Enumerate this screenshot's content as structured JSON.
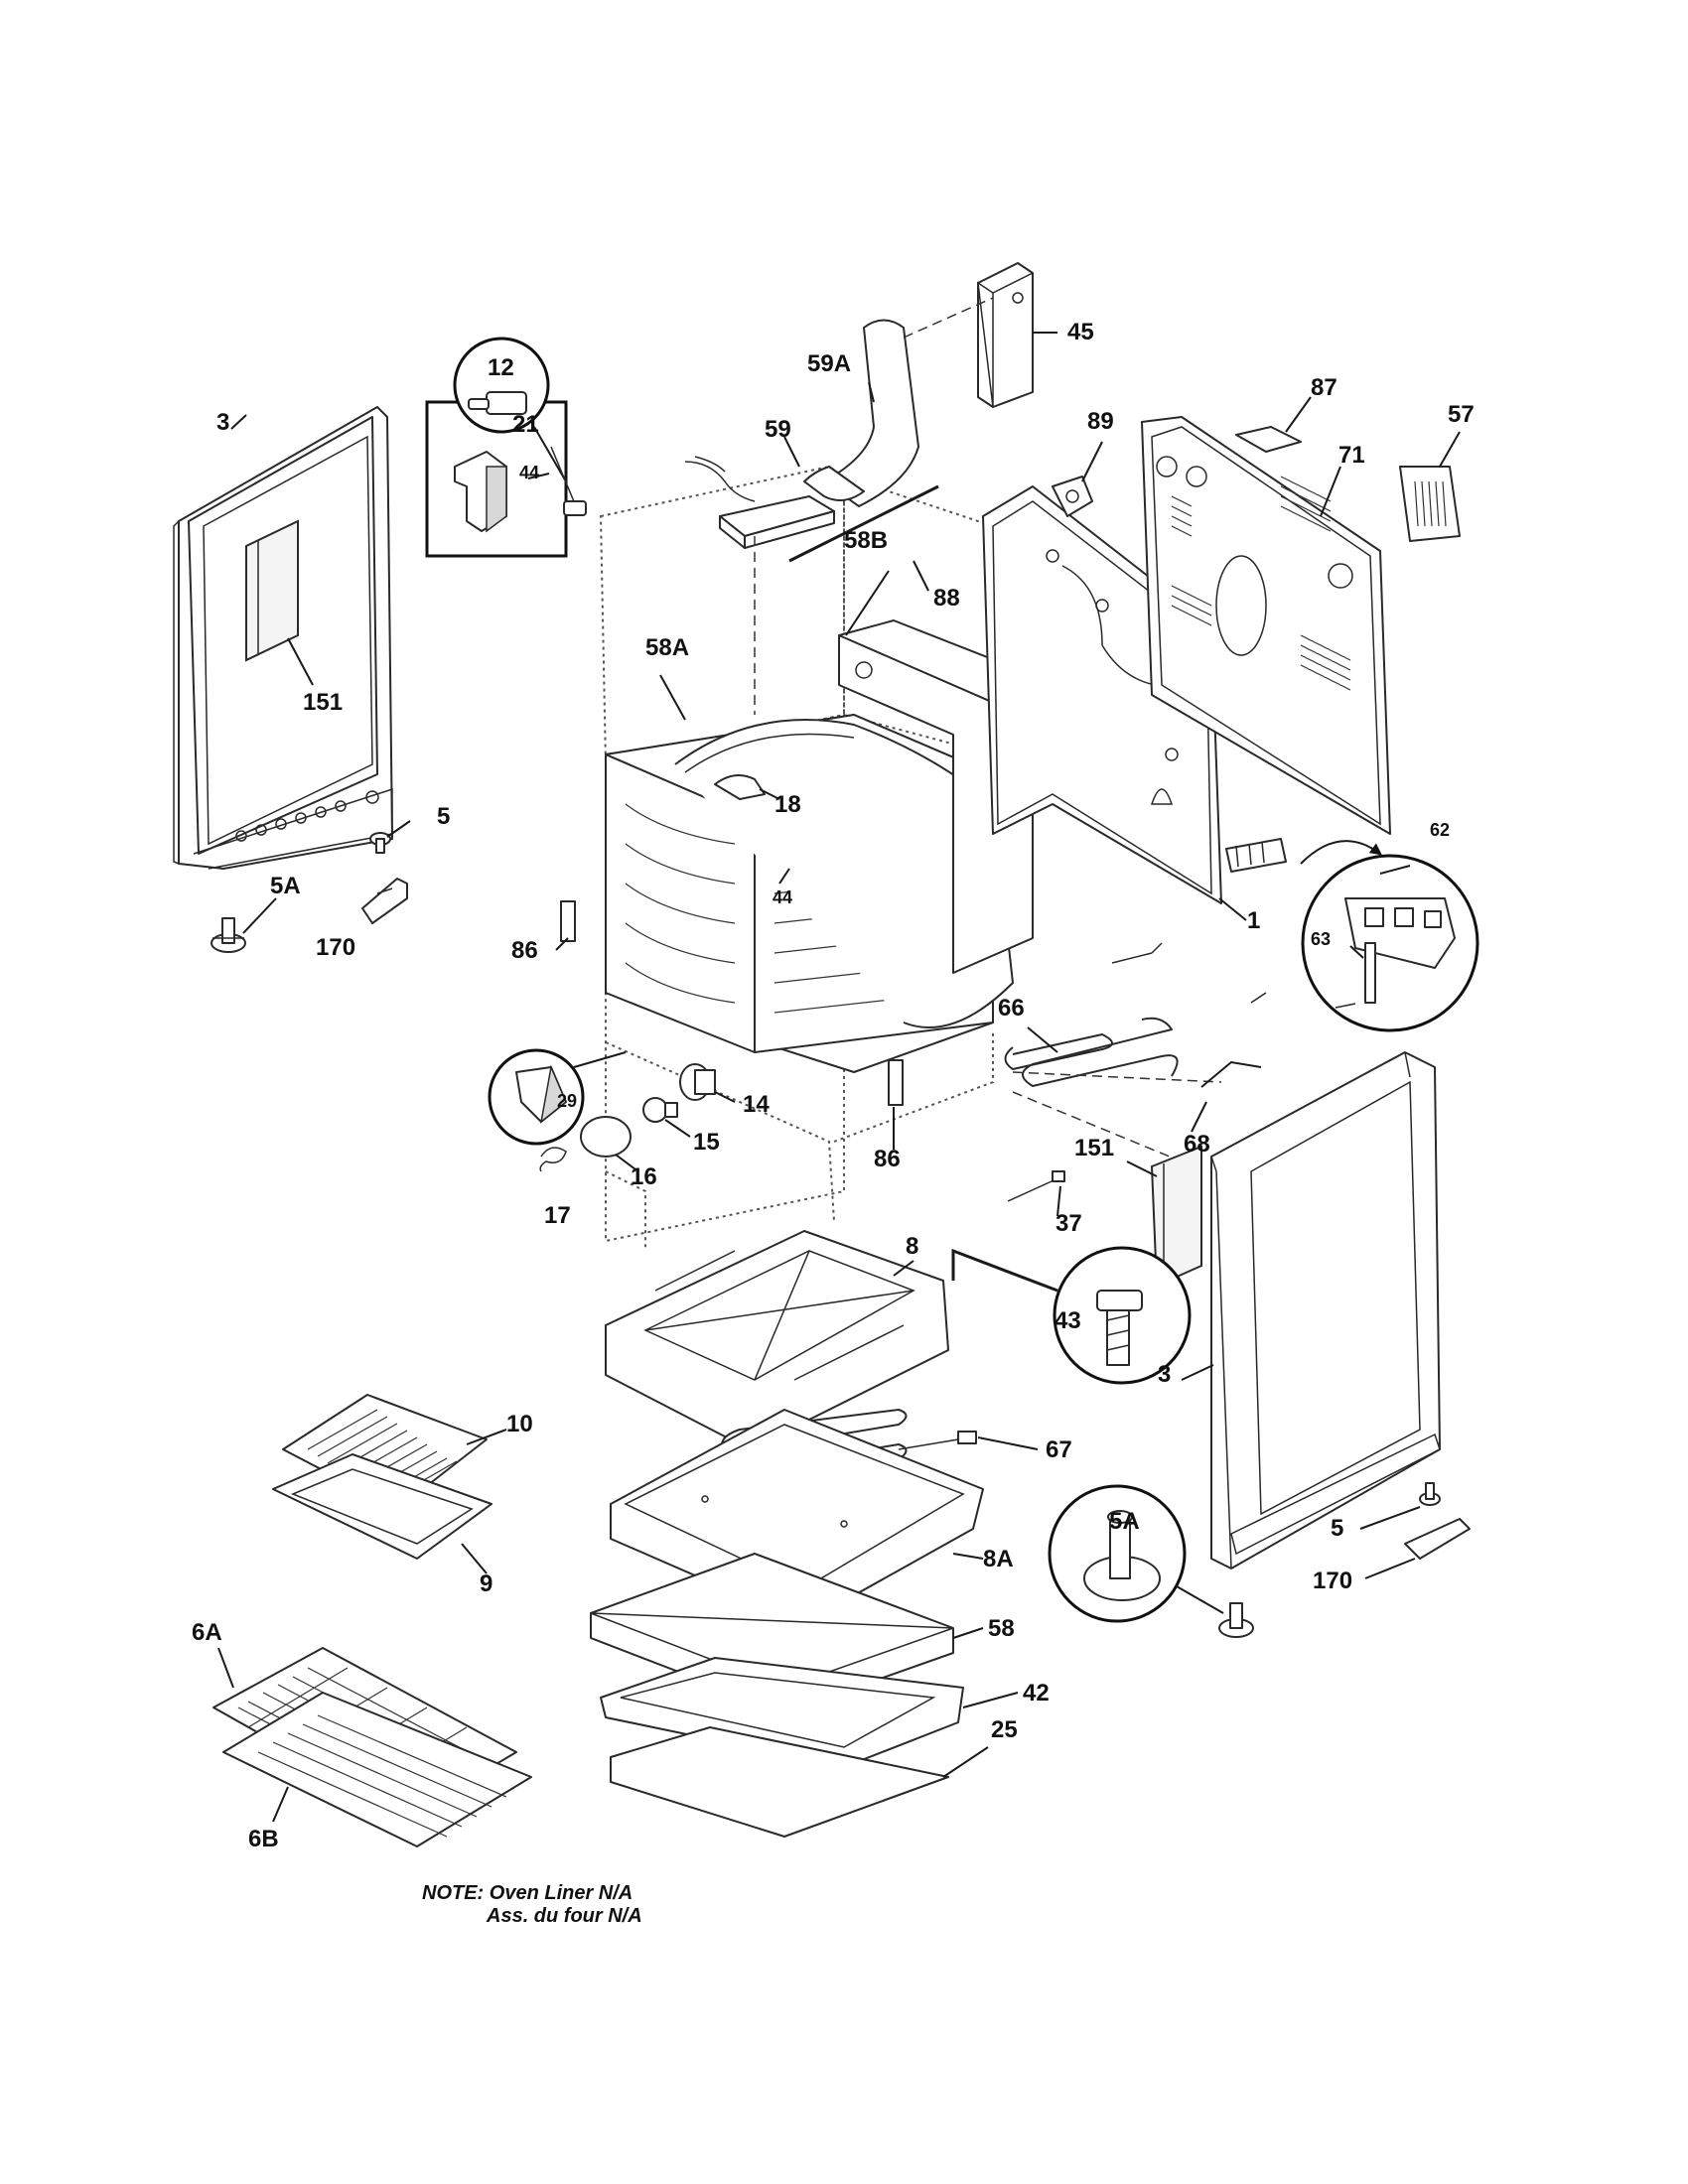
{
  "labels": {
    "p3_left": "3",
    "p21": "21",
    "p151_left": "151",
    "p5_left": "5",
    "p5a_left": "5A",
    "p170_left": "170",
    "p12": "12",
    "p44_a": "44",
    "p58a": "58A",
    "p59": "59",
    "p59a": "59A",
    "p45": "45",
    "p58b": "58B",
    "p88": "88",
    "p89": "89",
    "p87": "87",
    "p71": "71",
    "p57": "57",
    "p18": "18",
    "p44_b": "44",
    "p86_left": "86",
    "p1": "1",
    "p62": "62",
    "p63": "63",
    "p66": "66",
    "p29": "29",
    "p14": "14",
    "p15": "15",
    "p16": "16",
    "p17": "17",
    "p86_right": "86",
    "p68": "68",
    "p151_right": "151",
    "p37": "37",
    "p8": "8",
    "p43": "43",
    "p3_right": "3",
    "p10": "10",
    "p67": "67",
    "p9": "9",
    "p8a": "8A",
    "p5a_right": "5A",
    "p5_right": "5",
    "p170_right": "170",
    "p6a": "6A",
    "p58": "58",
    "p42": "42",
    "p25": "25",
    "p6b": "6B"
  },
  "note": {
    "line1": "NOTE: Oven Liner N/A",
    "line2": "Ass. du four N/A"
  }
}
